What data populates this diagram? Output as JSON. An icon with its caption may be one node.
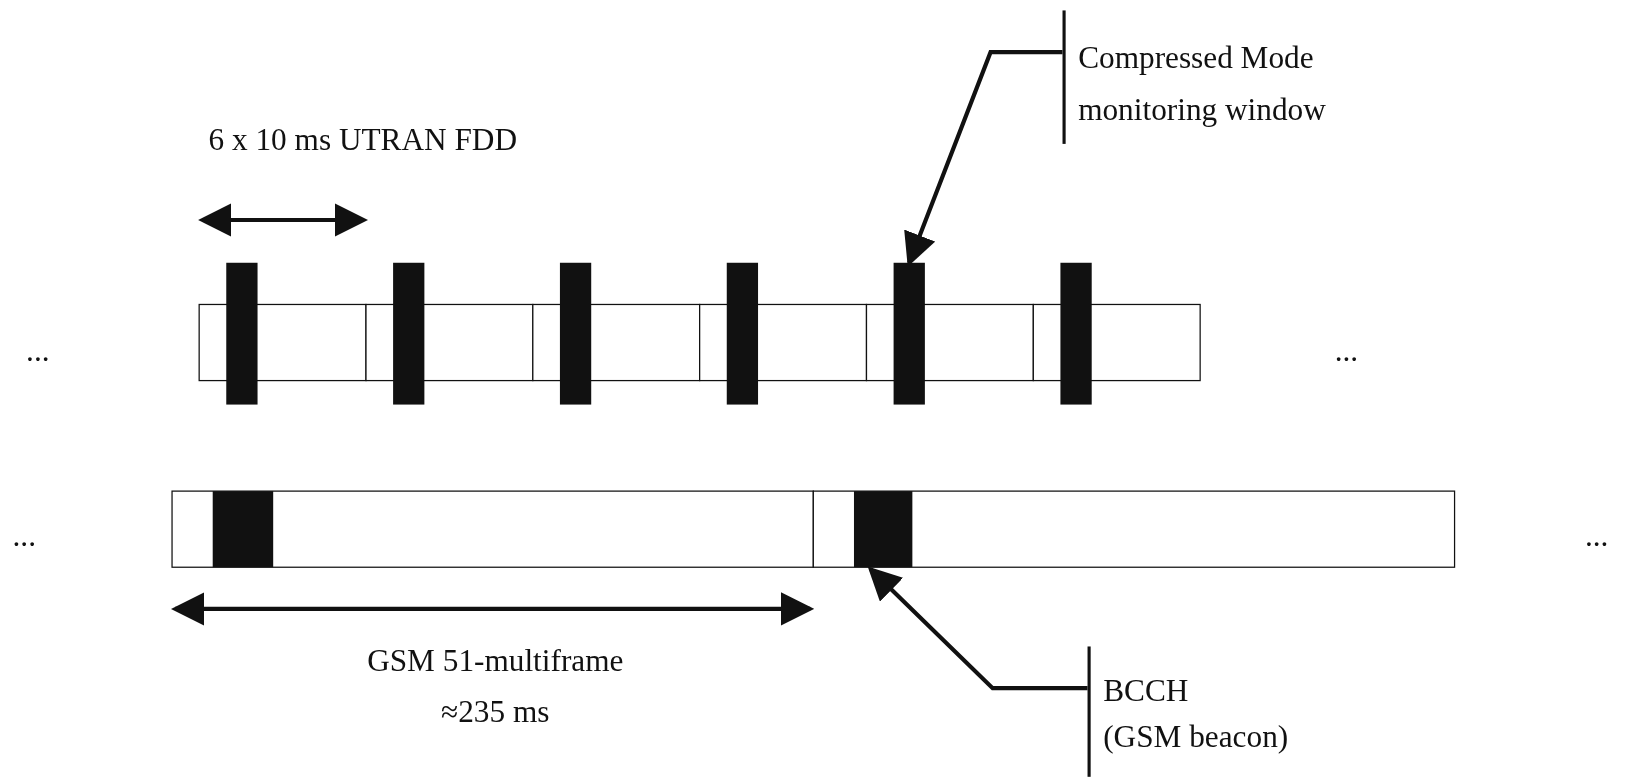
{
  "diagram": {
    "nodes": [
      {
        "text": [
          "Compressed Mode monitoring window"
        ]
      },
      {
        "text": [],
        "shape": "bar"
      },
      {
        "text": [],
        "shape": "bar"
      },
      {
        "text": [],
        "shape": "bar"
      },
      {
        "text": [],
        "shape": "bar"
      },
      {
        "text": [],
        "shape": "bar"
      },
      {
        "text": [],
        "shape": "bar"
      },
      {
        "text": [],
        "shape": "bar"
      },
      {
        "text": [],
        "shape": "bar"
      },
      {
        "text": [
          "BCCH",
          "(GSM beacon)"
        ]
      }
    ],
    "edges": [
      {
        "from": 0,
        "to": 5,
        "arrow": "to"
      },
      {
        "from": 9,
        "to": 8,
        "arrow": "to"
      }
    ],
    "labels": [
      "6 x 10 ms UTRAN FDD",
      "...",
      "...",
      "...",
      "...",
      "GSM 51-multiframe ≈235 ms"
    ]
  }
}
